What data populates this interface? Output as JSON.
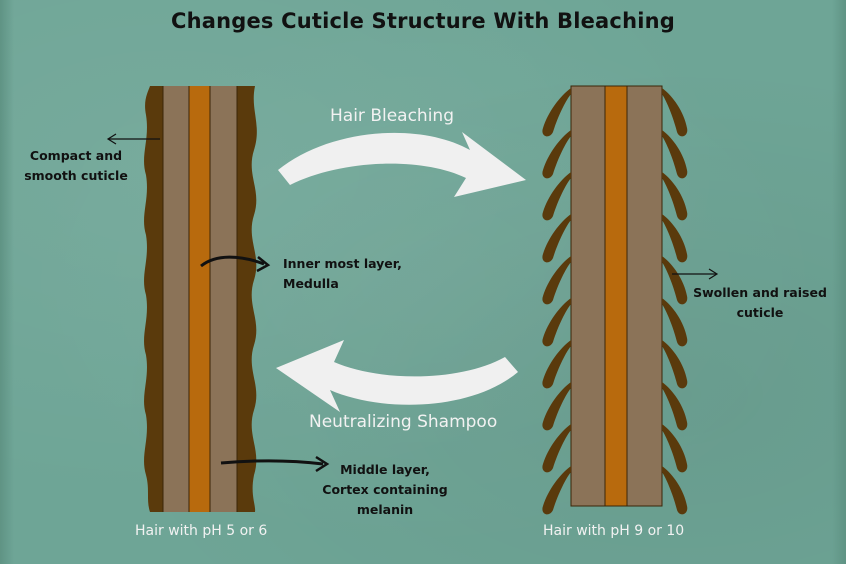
{
  "title": "Changes Cuticle Structure With Bleaching",
  "labels": {
    "compact_cuticle_line1": "Compact and",
    "compact_cuticle_line2": "smooth cuticle",
    "medulla_line1": "Inner most layer,",
    "medulla_line2": "Medulla",
    "cortex_line1": "Middle layer,",
    "cortex_line2": "Cortex containing",
    "cortex_line3": "melanin",
    "raised_cuticle_line1": "Swollen and raised",
    "raised_cuticle_line2": "cuticle"
  },
  "flows": {
    "forward": "Hair Bleaching",
    "reverse": "Neutralizing Shampoo"
  },
  "captions": {
    "left_hair": "Hair with pH 5 or 6",
    "right_hair": "Hair with pH 9 or 10"
  },
  "colors": {
    "background": "#6ea596",
    "cuticle": "#5a3a0c",
    "cortex": "#8b7358",
    "medulla": "#b86a0d",
    "arrow": "#f0f0f0"
  }
}
